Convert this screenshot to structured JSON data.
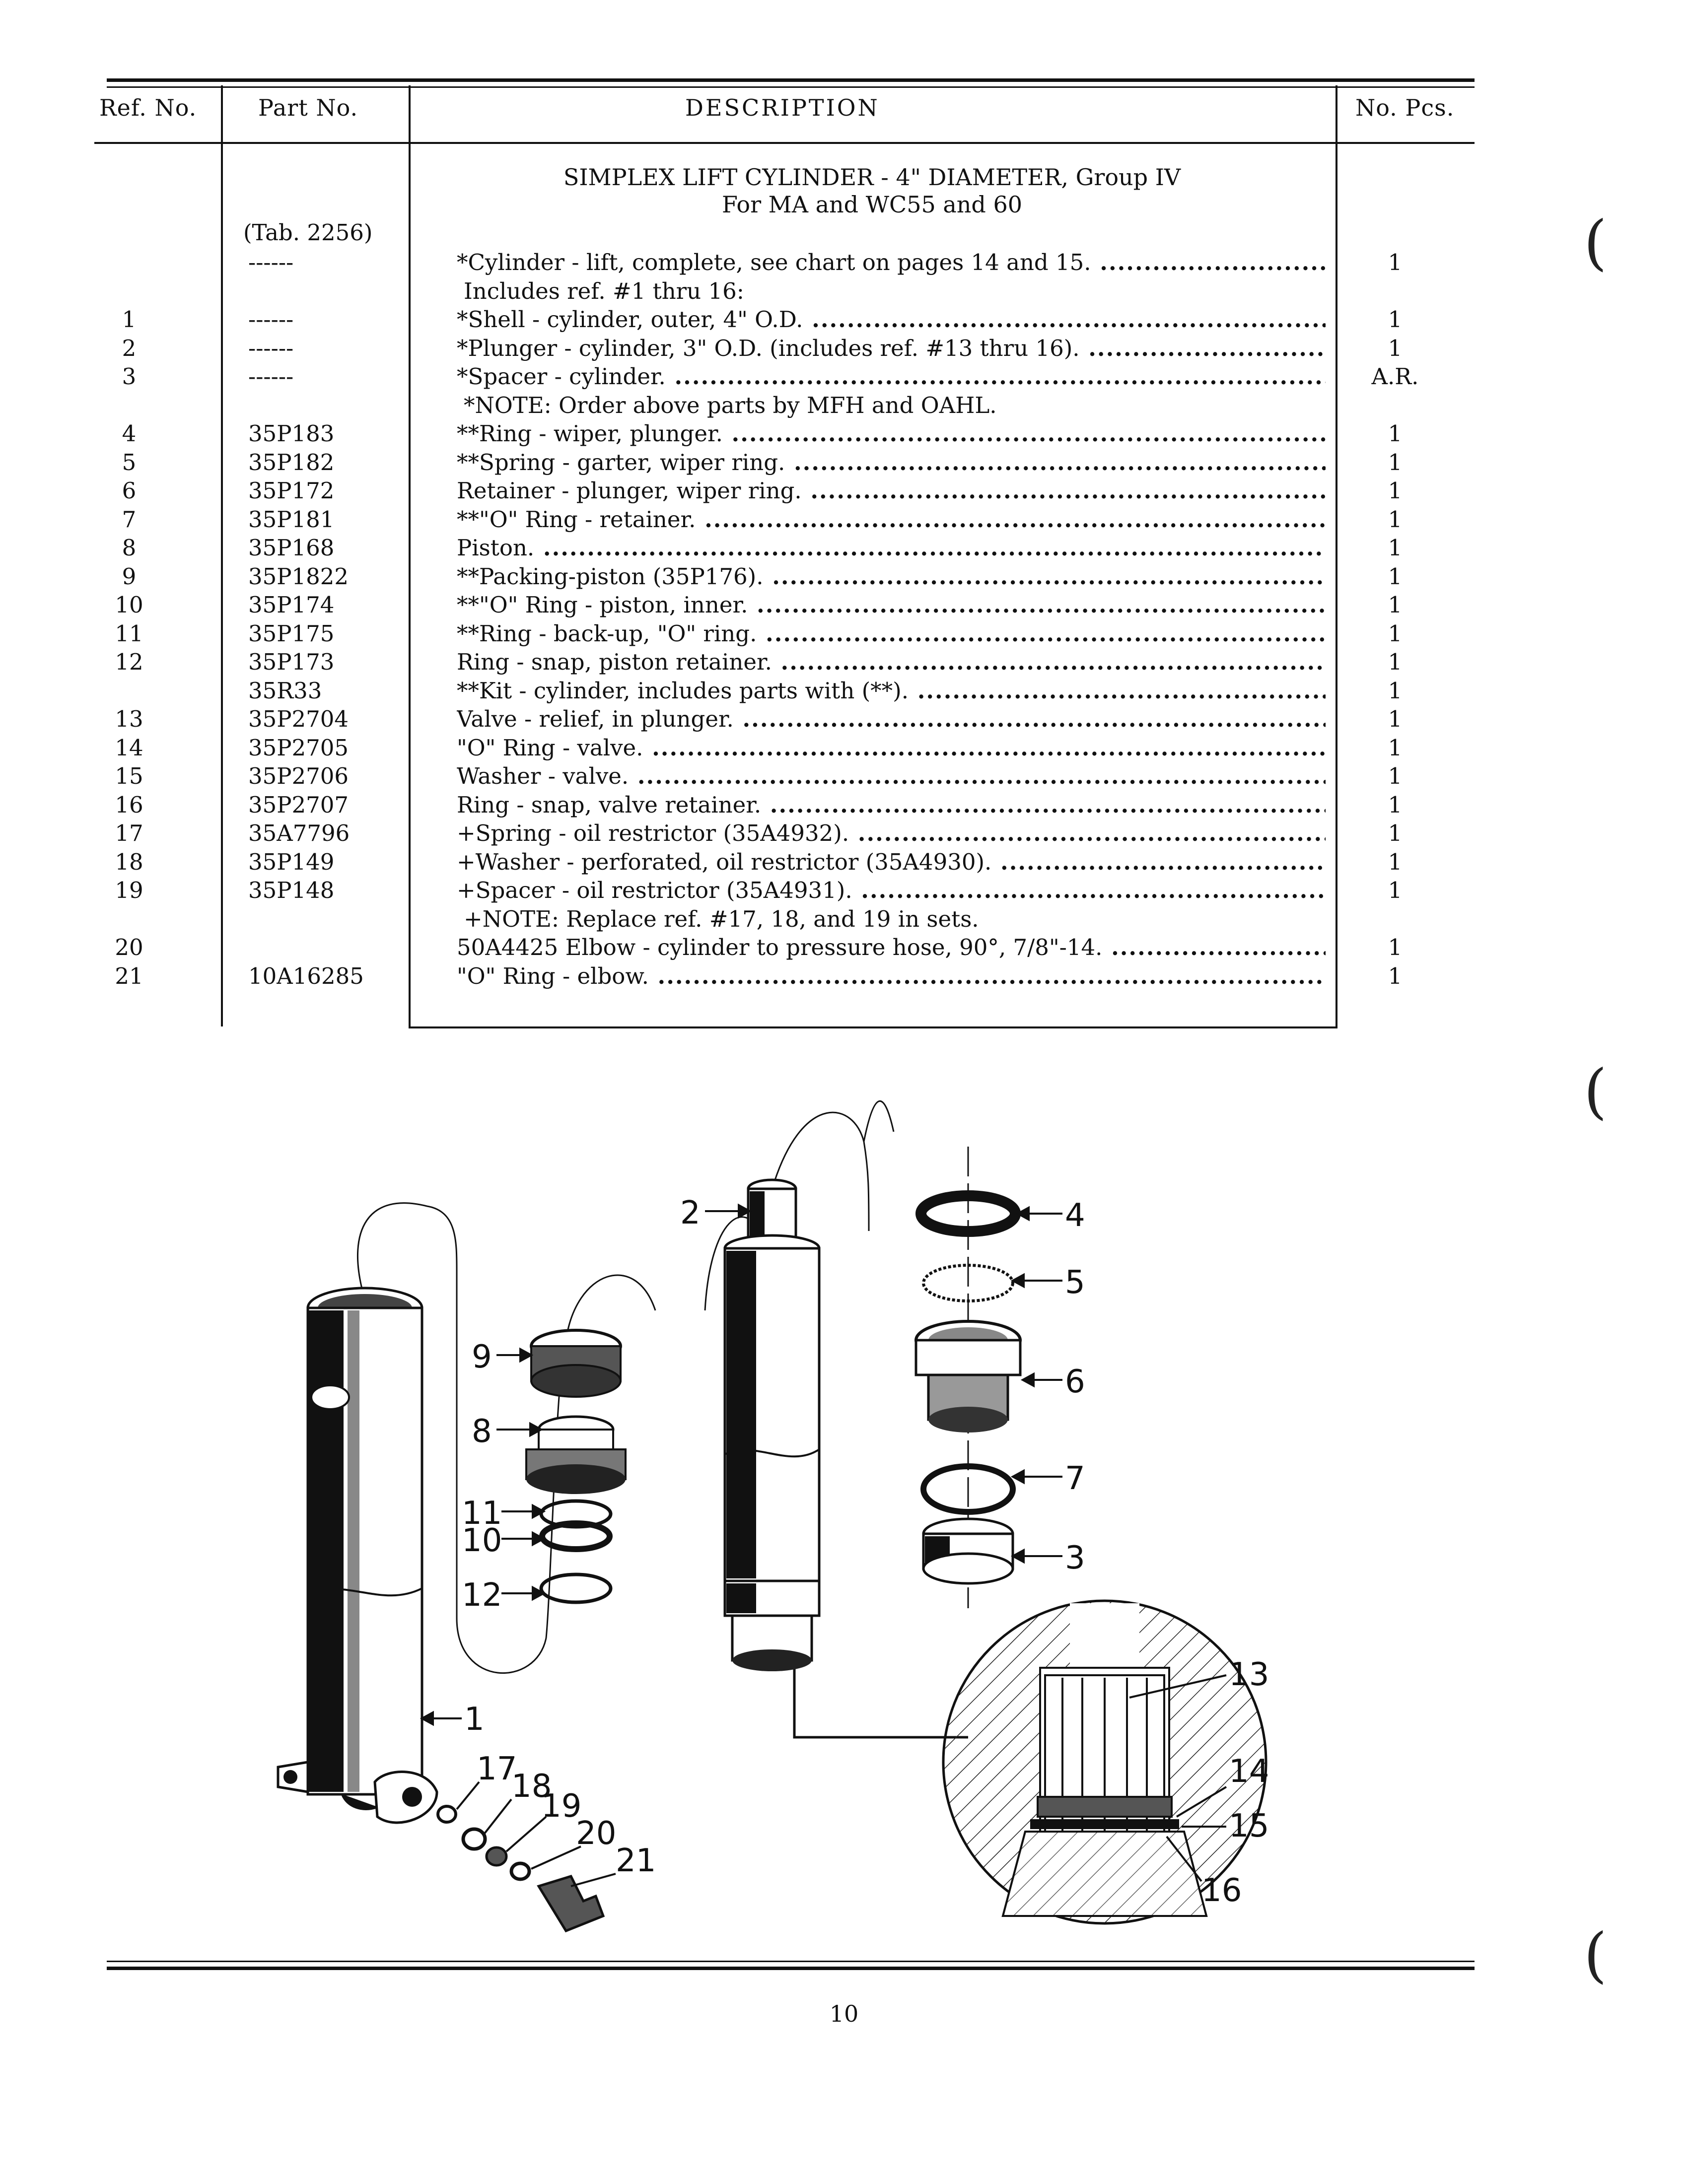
{
  "header": {
    "ref_no": "Ref. No.",
    "part_no": "Part No.",
    "description": "DESCRIPTION",
    "no_pcs": "No. Pcs."
  },
  "group": {
    "title": "SIMPLEX LIFT CYLINDER - 4\" DIAMETER, Group IV",
    "subtitle": "For MA and WC55 and 60",
    "tab": "(Tab. 2256)"
  },
  "rows": [
    {
      "ref": "",
      "part": "------",
      "desc": "*Cylinder - lift, complete, see chart on pages 14 and 15.",
      "qty": "1",
      "lead": true
    },
    {
      "ref": "",
      "part": "",
      "desc": "Includes ref. #1 thru 16:",
      "qty": "",
      "lead": false
    },
    {
      "ref": "1",
      "part": "------",
      "desc": "*Shell - cylinder, outer, 4\" O.D.",
      "qty": "1",
      "lead": true
    },
    {
      "ref": "2",
      "part": "------",
      "desc": "*Plunger - cylinder, 3\" O.D. (includes ref. #13 thru 16).",
      "qty": "1",
      "lead": true
    },
    {
      "ref": "3",
      "part": "------",
      "desc": "*Spacer - cylinder.",
      "qty": "A.R.",
      "lead": true
    },
    {
      "ref": "",
      "part": "",
      "desc": "*NOTE: Order above parts by MFH and OAHL.",
      "qty": "",
      "lead": false
    },
    {
      "ref": "4",
      "part": "35P183",
      "desc": "**Ring - wiper, plunger.",
      "qty": "1",
      "lead": true
    },
    {
      "ref": "5",
      "part": "35P182",
      "desc": "**Spring - garter, wiper ring.",
      "qty": "1",
      "lead": true
    },
    {
      "ref": "6",
      "part": "35P172",
      "desc": "Retainer - plunger, wiper ring.",
      "qty": "1",
      "lead": true
    },
    {
      "ref": "7",
      "part": "35P181",
      "desc": "**\"O\" Ring - retainer.",
      "qty": "1",
      "lead": true
    },
    {
      "ref": "8",
      "part": "35P168",
      "desc": "Piston.",
      "qty": "1",
      "lead": true
    },
    {
      "ref": "9",
      "part": "35P1822",
      "desc": "**Packing-piston (35P176).",
      "qty": "1",
      "lead": true
    },
    {
      "ref": "10",
      "part": "35P174",
      "desc": "**\"O\" Ring - piston, inner.",
      "qty": "1",
      "lead": true
    },
    {
      "ref": "11",
      "part": "35P175",
      "desc": "**Ring - back-up, \"O\" ring.",
      "qty": "1",
      "lead": true
    },
    {
      "ref": "12",
      "part": "35P173",
      "desc": "Ring - snap, piston retainer.",
      "qty": "1",
      "lead": true
    },
    {
      "ref": "",
      "part": "35R33",
      "desc": "**Kit - cylinder, includes parts with (**).",
      "qty": "1",
      "lead": true
    },
    {
      "ref": "13",
      "part": "35P2704",
      "desc": "Valve - relief, in plunger.",
      "qty": "1",
      "lead": true
    },
    {
      "ref": "14",
      "part": "35P2705",
      "desc": "\"O\" Ring - valve.",
      "qty": "1",
      "lead": true
    },
    {
      "ref": "15",
      "part": "35P2706",
      "desc": "Washer - valve.",
      "qty": "1",
      "lead": true
    },
    {
      "ref": "16",
      "part": "35P2707",
      "desc": "Ring - snap, valve retainer.",
      "qty": "1",
      "lead": true
    },
    {
      "ref": "17",
      "part": "35A7796",
      "desc": "+Spring - oil restrictor (35A4932).",
      "qty": "1",
      "lead": true
    },
    {
      "ref": "18",
      "part": "35P149",
      "desc": "+Washer - perforated, oil restrictor (35A4930).",
      "qty": "1",
      "lead": true
    },
    {
      "ref": "19",
      "part": "35P148",
      "desc": "+Spacer - oil restrictor (35A4931).",
      "qty": "1",
      "lead": true
    },
    {
      "ref": "",
      "part": "",
      "desc": "+NOTE: Replace ref. #17, 18, and 19 in sets.",
      "qty": "",
      "lead": false
    },
    {
      "ref": "20",
      "part": "",
      "desc": "50A4425 Elbow - cylinder to pressure hose, 90°, 7/8\"-14.",
      "qty": "1",
      "lead": true
    },
    {
      "ref": "21",
      "part": "10A16285",
      "desc": "\"O\" Ring - elbow.",
      "qty": "1",
      "lead": true
    }
  ],
  "margin_marks": [
    "(",
    "(",
    "("
  ],
  "callouts": [
    "1",
    "2",
    "3",
    "4",
    "5",
    "6",
    "7",
    "8",
    "9",
    "10",
    "11",
    "12",
    "13",
    "14",
    "15",
    "16",
    "17",
    "18",
    "19",
    "20",
    "21"
  ],
  "page_number": "10"
}
